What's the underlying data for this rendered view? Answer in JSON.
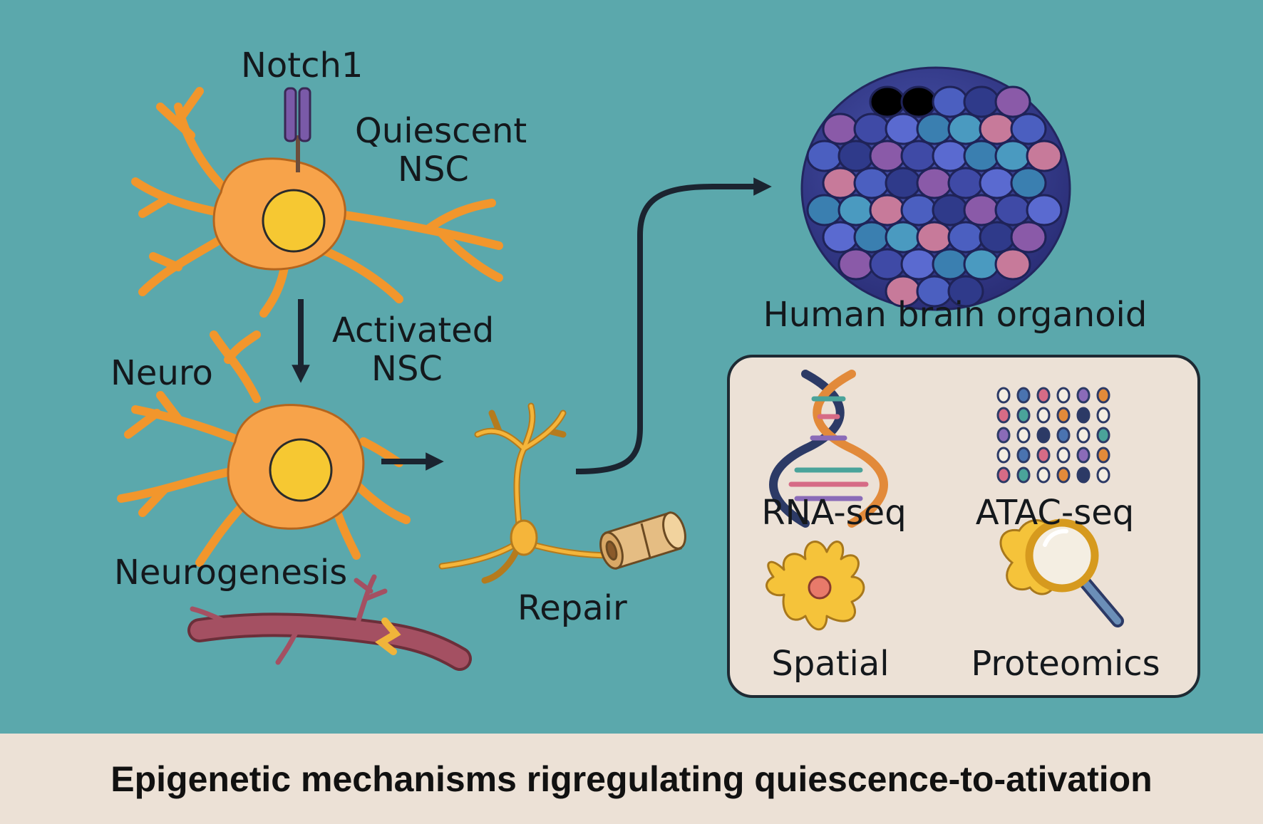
{
  "diagram": {
    "labels": {
      "notch1": "Notch1",
      "quiescent_line1": "Quiescent",
      "quiescent_line2": "NSC",
      "activated_line1": "Activated",
      "activated_line2": "NSC",
      "neuro": "Neuro",
      "neurogenesis": "Neurogenesis",
      "repair": "Repair",
      "organoid": "Human brain organoid"
    },
    "omics_panel": {
      "rna_seq": "RNA-seq",
      "atac_seq": "ATAC-seq",
      "spatial": "Spatial",
      "proteomics": "Proteomics"
    },
    "footer_title": "Epigenetic mechanisms rigregulating quiescence-to-ativation"
  },
  "colors": {
    "background": "#5ba8ac",
    "cell_body": "#f7a34a",
    "nucleus": "#f6c832",
    "panel": "#ece1d6",
    "footer": "#ece1d6",
    "arrow": "#1b2430"
  }
}
